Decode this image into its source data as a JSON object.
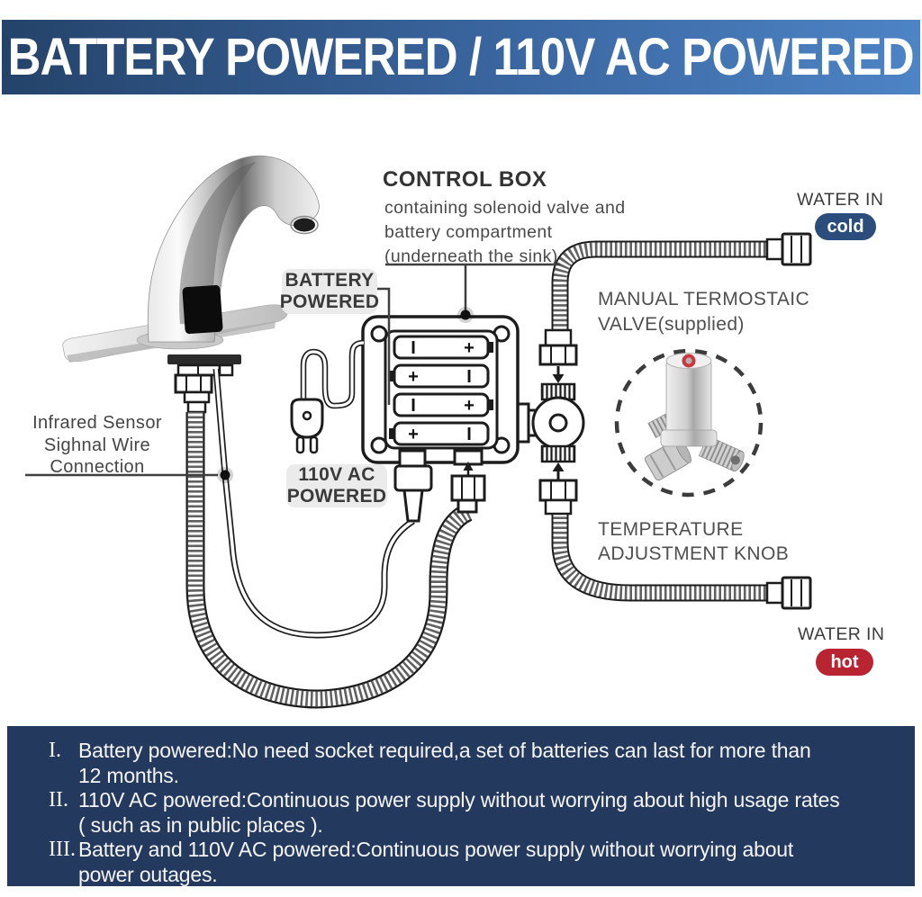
{
  "banner": {
    "title": "BATTERY POWERED / 110V AC POWERED"
  },
  "control_box": {
    "title": "CONTROL BOX",
    "desc": [
      "containing solenoid valve and",
      "battery compartment",
      "(underneath the sink)"
    ]
  },
  "labels": {
    "battery_powered": [
      "BATTERY",
      "POWERED"
    ],
    "ac_powered": [
      "110V AC",
      "POWERED"
    ],
    "infrared": [
      "Infrared Sensor",
      "Sighnal Wire",
      "Connection"
    ],
    "manual_valve": [
      "MANUAL TERMOSTAIC",
      "VALVE(supplied)"
    ],
    "temperature": [
      "TEMPERATURE",
      "ADJUSTMENT KNOB"
    ],
    "water_in_cold": {
      "label": "WATER IN",
      "badge": "cold"
    },
    "water_in_hot": {
      "label": "WATER IN",
      "badge": "hot"
    }
  },
  "battery_box": {
    "batteries": [
      {
        "left": "I",
        "right": "+"
      },
      {
        "left": "+",
        "right": "I"
      },
      {
        "left": "I",
        "right": "+"
      },
      {
        "left": "+",
        "right": "I"
      }
    ]
  },
  "notes": {
    "items": [
      {
        "numeral": "I.",
        "text": "Battery powered:No need socket required,a set of batteries can last for more than\n12 months."
      },
      {
        "numeral": "II.",
        "text": "110V AC powered:Continuous power supply without worrying about high usage rates\n( such as in public places )."
      },
      {
        "numeral": "III.",
        "text": "Battery and 110V AC powered:Continuous power supply without worrying about\npower outages."
      }
    ]
  },
  "colors": {
    "banner_gradient_left": "#24436a",
    "banner_gradient_right": "#4d84c5",
    "cold_badge": "#2b4d7c",
    "hot_badge": "#b92433",
    "bottom_panel": "#24395e",
    "label_badge_bg": "#ebebeb",
    "line_art": "#1c1c1c",
    "valve_red_dot": "#c8373e"
  }
}
